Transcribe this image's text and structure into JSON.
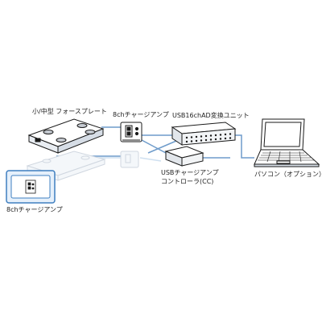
{
  "labels": {
    "force_plate": "小/中型 フォースプレート",
    "charge_amp": "8chチャージアンプ",
    "usb_ad_unit": "USB16chAD変換ユニット",
    "usb_controller_line1": "USBチャージアンプ",
    "usb_controller_line2": "コントローラ(CC)",
    "pc": "パソコン（オプション）",
    "inset_caption": "8chチャージアンプ"
  },
  "colors": {
    "connection_line": "#6f9ccb",
    "connection_line_faded": "#cfe0f0",
    "outline": "#1a1a1a",
    "inset_border": "#3f7fc0",
    "inset_fill": "#e6f0fb",
    "text": "#222222"
  },
  "icons": [
    "force-plate-icon",
    "charge-amp-icon",
    "usb-ad-unit-icon",
    "usb-controller-icon",
    "laptop-icon",
    "inset-amp-icon"
  ]
}
